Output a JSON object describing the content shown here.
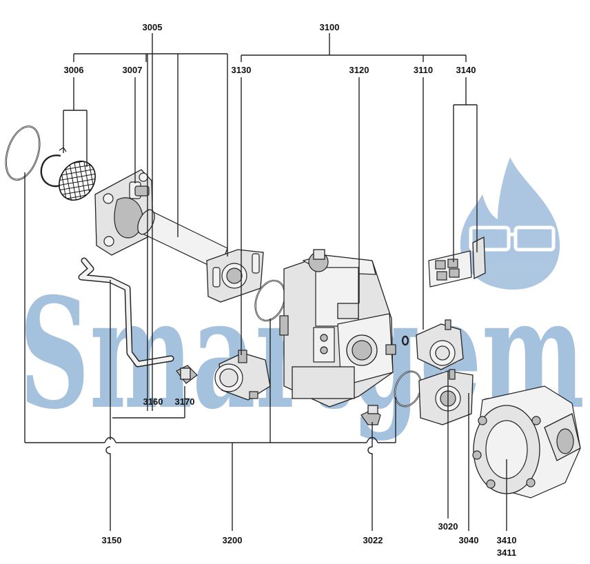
{
  "labels": {
    "l3005": "3005",
    "l3100": "3100",
    "l3006": "3006",
    "l3007": "3007",
    "l3130": "3130",
    "l3120": "3120",
    "l3110": "3110",
    "l3140": "3140",
    "l3160": "3160",
    "l3170": "3170",
    "l3150": "3150",
    "l3200": "3200",
    "l3022": "3022",
    "l3020": "3020",
    "l3040": "3040",
    "l3410": "3410",
    "l3411": "3411"
  },
  "watermark": {
    "text": "Smartgem",
    "color": "#5b8fc4"
  }
}
